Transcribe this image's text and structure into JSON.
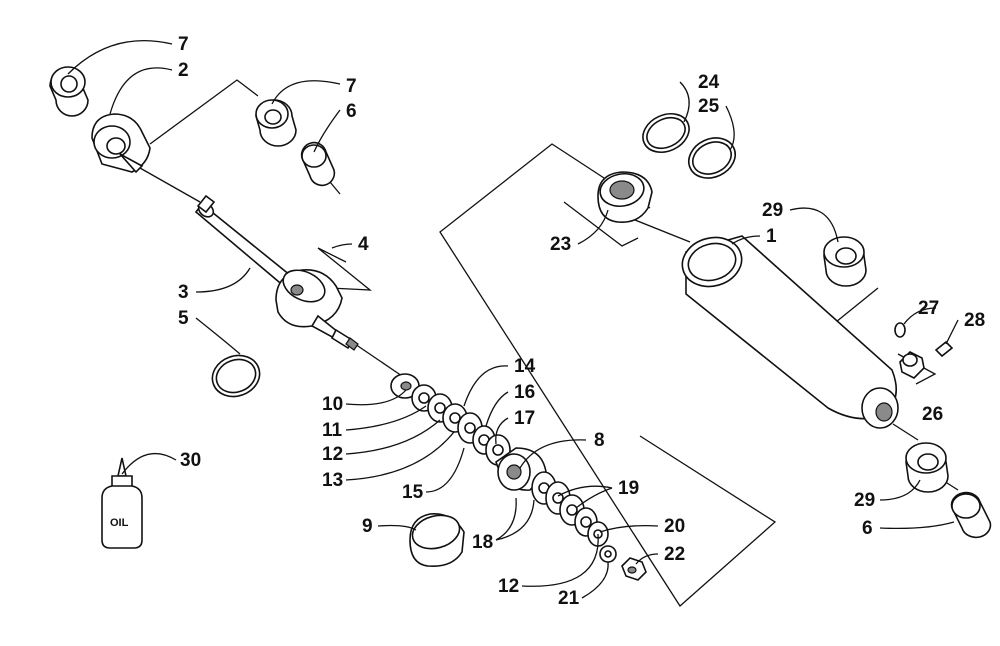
{
  "labels": {
    "l1": "1",
    "l2": "2",
    "l3": "3",
    "l4": "4",
    "l5": "5",
    "l6a": "6",
    "l6b": "6",
    "l7a": "7",
    "l7b": "7",
    "l8": "8",
    "l9": "9",
    "l10": "10",
    "l11": "11",
    "l12a": "12",
    "l12b": "12",
    "l13": "13",
    "l14": "14",
    "l15": "15",
    "l16": "16",
    "l17": "17",
    "l18": "18",
    "l19": "19",
    "l20": "20",
    "l21": "21",
    "l22": "22",
    "l23": "23",
    "l24": "24",
    "l25": "25",
    "l26": "26",
    "l27": "27",
    "l28": "28",
    "l29a": "29",
    "l29b": "29",
    "l30": "30"
  },
  "bottle_text": "OIL"
}
